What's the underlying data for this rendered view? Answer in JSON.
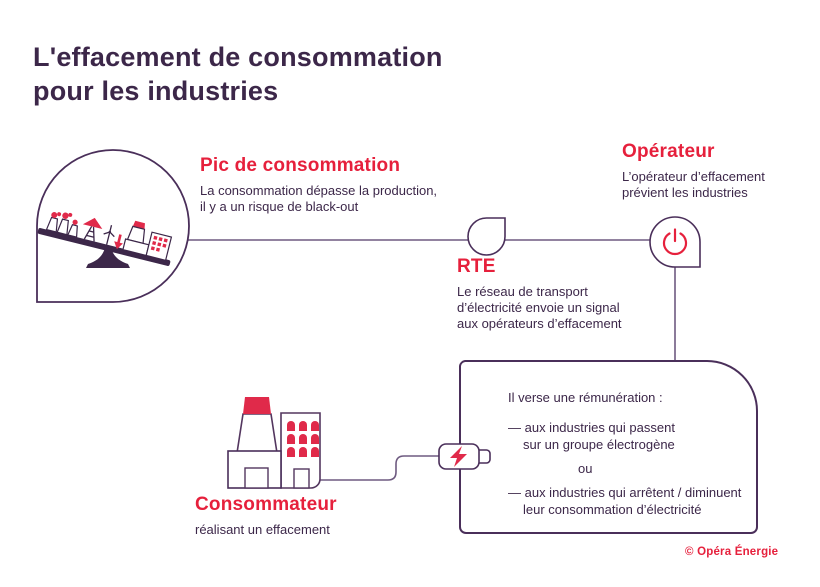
{
  "page": {
    "title": "L'effacement de consommation\npour les industries"
  },
  "sections": {
    "peak": {
      "heading": "Pic de consommation",
      "description": "La consommation dépasse la production,\nil y a un risque de black-out"
    },
    "rte": {
      "heading": "RTE",
      "description": "Le réseau de transport\nd’électricité envoie un signal\naux opérateurs d’effacement"
    },
    "operator": {
      "heading": "Opérateur",
      "description": "L’opérateur d’effacement\nprévient les industries"
    },
    "consumer": {
      "heading": "Consommateur",
      "description": "réalisant un effacement"
    }
  },
  "remuneration_box": {
    "intro": "Il verse une rémunération :",
    "option_1": "— aux industries qui passent\nsur un groupe électrogène",
    "separator": "ou",
    "option_2": "— aux industries qui arrêtent / diminuent\nleur consommation d’électricité"
  },
  "footer": {
    "copyright": "© Opéra Énergie"
  },
  "icons": {
    "operator_node": "power-icon",
    "rte_node": "droplet-node-icon",
    "consumer_link": "lightning-bolt-battery-icon",
    "peak_illustration": "seesaw-balance-icon",
    "consumer_illustration": "factory-icon"
  },
  "colors": {
    "accent_red": "#e6203c",
    "illustration_red": "#e02a4a",
    "dark_purple": "#3c2749",
    "outline_purple": "#4a2f5a",
    "connector_purple": "#6e5a80"
  }
}
